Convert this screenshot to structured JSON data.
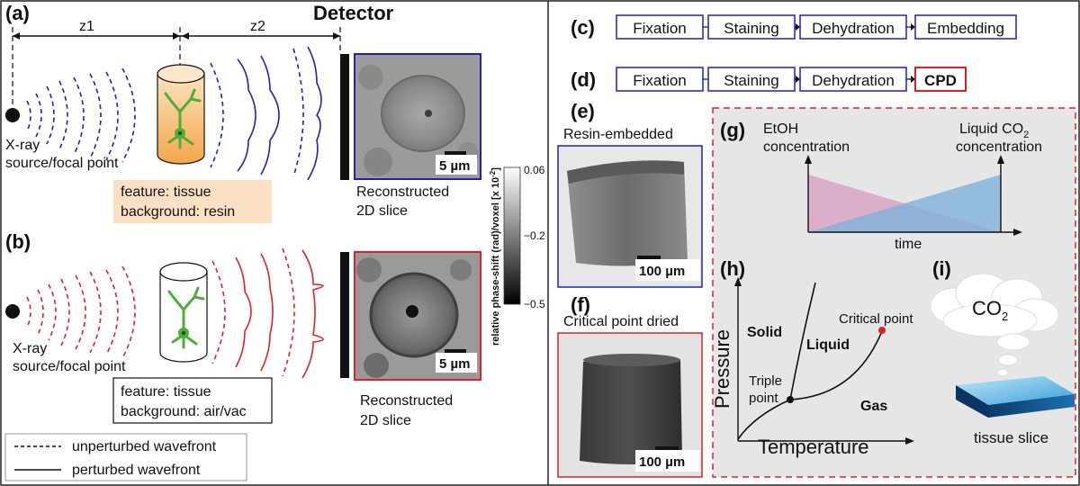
{
  "panels": {
    "a": "(a)",
    "b": "(b)",
    "c": "(c)",
    "d": "(d)",
    "e": "(e)",
    "f": "(f)",
    "g": "(g)",
    "h": "(h)",
    "i": "(i)"
  },
  "setup": {
    "z1": "z1",
    "z2": "z2",
    "detector": "Detector",
    "source_line1": "X-ray",
    "source_line2": "source/focal point",
    "scale_bar": "5 µm",
    "recon_line1": "Reconstructed",
    "recon_line2": "2D slice",
    "a_feature": "feature: tissue",
    "a_background": "background: resin",
    "b_feature": "feature: tissue",
    "b_background": "background: air/vac"
  },
  "colorbar": {
    "label": "relative phase-shift (rad)/voxel [x 10",
    "label_exp": "-2",
    "label_end": "]",
    "tick_top": "0.06",
    "tick_mid": "−0.2",
    "tick_bot": "−0.5"
  },
  "legend": {
    "dashed": "unperturbed wavefront",
    "solid": "perturbed wavefront"
  },
  "protocol_c": [
    "Fixation",
    "Staining",
    "Dehydration",
    "Embedding"
  ],
  "protocol_d": [
    "Fixation",
    "Staining",
    "Dehydration",
    "CPD"
  ],
  "samples": {
    "e_title": "Resin-embedded",
    "f_title": "Critical point dried",
    "scale": "100 µm"
  },
  "concentration_plot": {
    "left_line1": "EtOH",
    "left_line2": "concentration",
    "right_line1": "Liquid CO",
    "right_sub": "2",
    "right_line2": "concentration",
    "xlabel": "time",
    "colors": {
      "etoh": "#d8a3c4",
      "co2": "#7fb1d9"
    }
  },
  "phase_diagram": {
    "ylabel": "Pressure",
    "xlabel": "Temperature",
    "solid": "Solid",
    "liquid": "Liquid",
    "gas": "Gas",
    "triple_line1": "Triple",
    "triple_line2": "point",
    "critical": "Critical point"
  },
  "co2_cloud": {
    "text": "CO",
    "sub": "2",
    "slice": "tissue slice"
  },
  "colors": {
    "blue": "#1f1fbd",
    "red": "#e21f26",
    "panel_bg": "#e6e6e6"
  }
}
